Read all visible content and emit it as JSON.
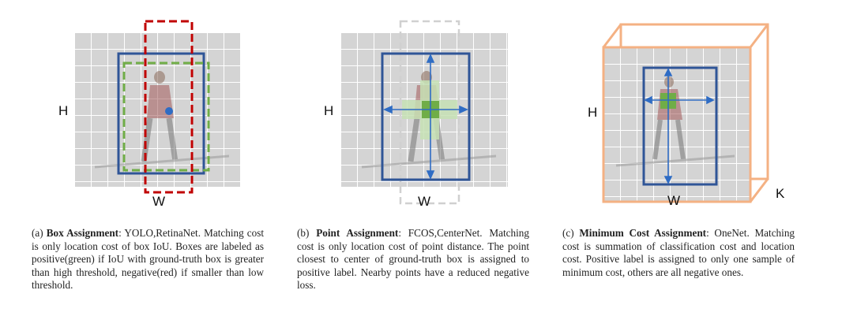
{
  "figure": {
    "panels": [
      {
        "id": "a",
        "axis_h": "H",
        "axis_w": "W",
        "caption": {
          "prefix": "(a) ",
          "title": "Box Assignment",
          "methods": ": YOLO,RetinaNet.",
          "body": " Matching cost is only location cost of box IoU. Boxes are labeled as positive(green) if IoU with ground-truth box is greater than high threshold, negative(red) if smaller than low threshold."
        }
      },
      {
        "id": "b",
        "axis_h": "H",
        "axis_w": "W",
        "caption": {
          "prefix": "(b) ",
          "title": "Point Assignment",
          "methods": ": FCOS,CenterNet.",
          "body": " Matching cost is only location cost of point distance. The point closest to center of ground-truth box is assigned to positive label. Nearby points have a reduced negative loss."
        }
      },
      {
        "id": "c",
        "axis_h": "H",
        "axis_w": "W",
        "axis_k": "K",
        "caption": {
          "prefix": "(c) ",
          "title": "Minimum Cost Assignment",
          "methods": ": OneNet.",
          "body": " Matching cost is summation of classification cost and location cost. Positive label is assigned to only one sample of minimum cost, others are all negative ones."
        }
      }
    ],
    "colors": {
      "gt_box": "#2f5597",
      "positive": "#70ad47",
      "negative": "#c00000",
      "cube": "#f4b183",
      "grid_bg": "#d9d9d9",
      "light_green": "#c5e0b4"
    }
  }
}
